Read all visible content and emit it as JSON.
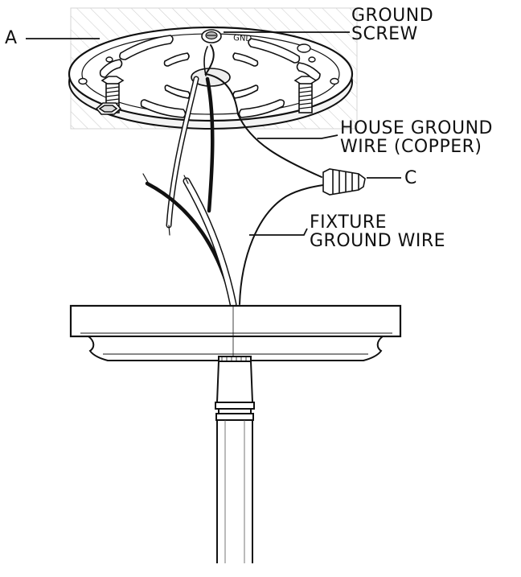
{
  "labels": {
    "a": "A",
    "ground_screw_line1": "GROUND",
    "ground_screw_line2": "SCREW",
    "house_ground_line1": "HOUSE GROUND",
    "house_ground_line2": "WIRE (COPPER)",
    "c": "C",
    "fixture_ground_line1": "FIXTURE",
    "fixture_ground_line2": "GROUND WIRE"
  },
  "plate_stamp": "GND",
  "colors": {
    "line": "#111111",
    "hatch": "#cfcfcf",
    "wire_light": "#ffffff"
  }
}
